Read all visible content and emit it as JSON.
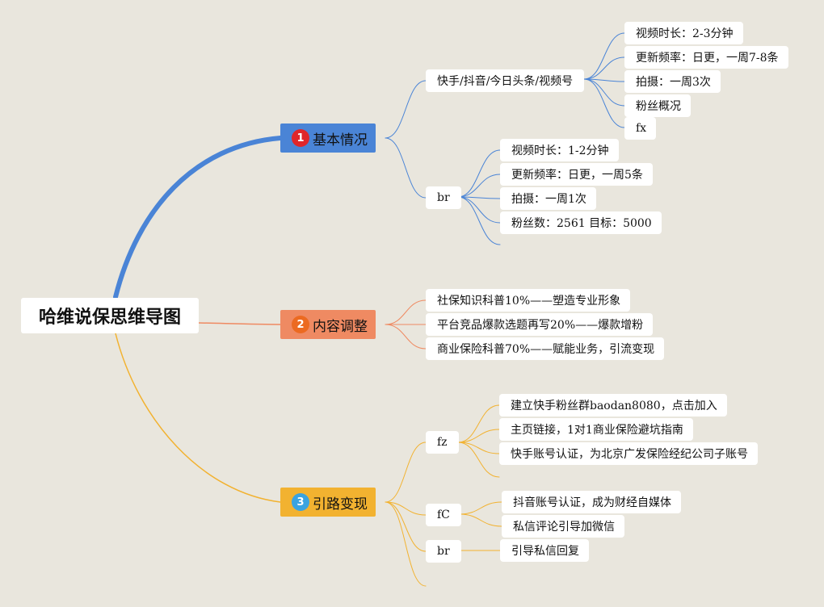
{
  "root": {
    "title": "哈维说保思维导图"
  },
  "colors": {
    "blue": "#4a84d6",
    "orange": "#ef8a62",
    "gold": "#f2b230",
    "badge_red": "#e0262a",
    "badge_orange": "#ec6a21",
    "badge_blue": "#3aa3e0"
  },
  "branches": [
    {
      "num": "1",
      "label": "基本情况",
      "groups": [
        {
          "label": "快手/抖音/今日头条/视频号",
          "items": [
            "视频时长：2-3分钟",
            "更新频率：日更，一周7-8条",
            "拍摄：一周3次",
            "粉丝概况",
            "fx"
          ]
        },
        {
          "label": "br",
          "items": [
            "视频时长：1-2分钟",
            "更新频率：日更，一周5条",
            "拍摄：一周1次",
            "粉丝数：2561 目标：5000"
          ]
        }
      ]
    },
    {
      "num": "2",
      "label": "内容调整",
      "items": [
        "社保知识科普10%——塑造专业形象",
        "平台竞品爆款选题再写20%——爆款增粉",
        "商业保险科普70%——赋能业务，引流变现"
      ]
    },
    {
      "num": "3",
      "label": "引路变现",
      "groups": [
        {
          "label": "fz",
          "items": [
            "建立快手粉丝群baodan8080，点击加入",
            "主页链接，1对1商业保险避坑指南",
            "快手账号认证，为北京广发保险经纪公司子账号"
          ]
        },
        {
          "label": "fC",
          "items": [
            "抖音账号认证，成为财经自媒体",
            "私信评论引导加微信"
          ]
        },
        {
          "label": "br",
          "items": [
            "引导私信回复"
          ]
        }
      ]
    }
  ]
}
